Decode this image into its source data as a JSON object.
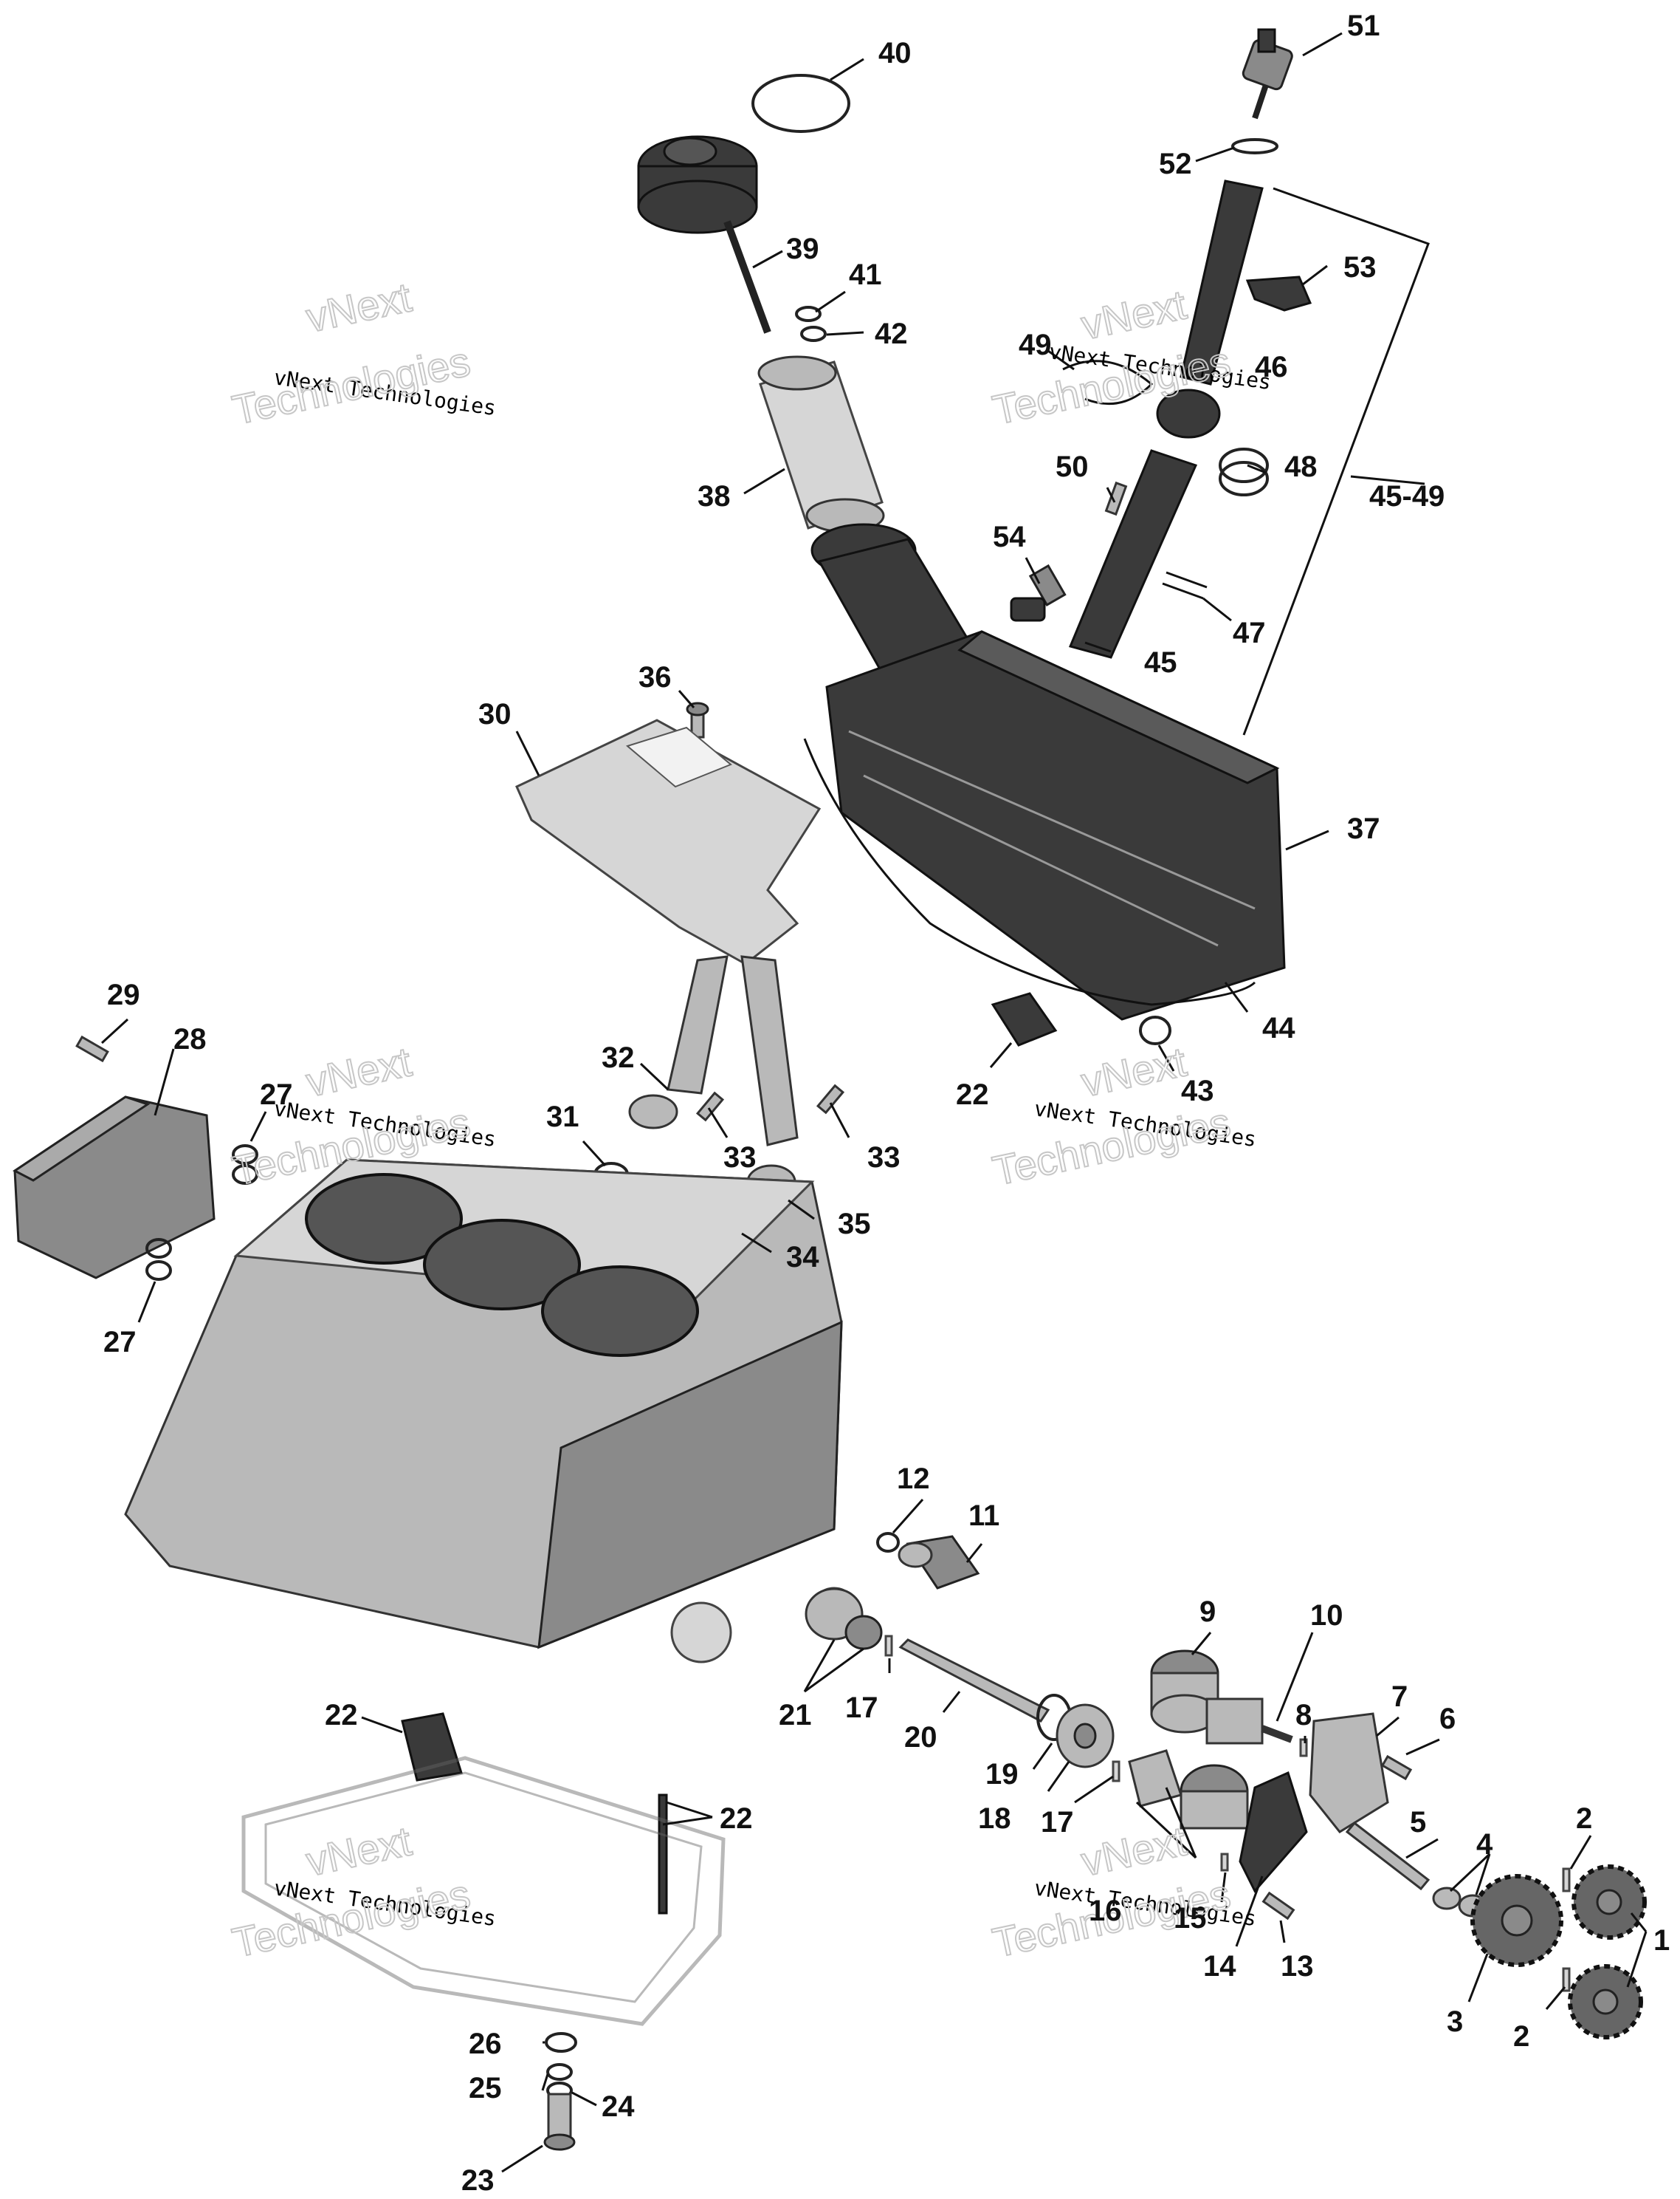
{
  "diagram": {
    "watermark": {
      "line_small": "vNext Technologies",
      "line_big_1": "vNext",
      "line_big_2": "Technologies"
    },
    "callouts": {
      "c1": "1",
      "c2a": "2",
      "c2b": "2",
      "c3": "3",
      "c4": "4",
      "c5": "5",
      "c6": "6",
      "c7": "7",
      "c8": "8",
      "c9": "9",
      "c10": "10",
      "c11": "11",
      "c12": "12",
      "c13": "13",
      "c14": "14",
      "c15": "15",
      "c16": "16",
      "c17a": "17",
      "c17b": "17",
      "c18": "18",
      "c19": "19",
      "c20": "20",
      "c21": "21",
      "c22a": "22",
      "c22b": "22",
      "c22c": "22",
      "c23": "23",
      "c24": "24",
      "c25": "25",
      "c26": "26",
      "c27a": "27",
      "c27b": "27",
      "c28": "28",
      "c29": "29",
      "c30": "30",
      "c31": "31",
      "c32": "32",
      "c33a": "33",
      "c33b": "33",
      "c34": "34",
      "c35": "35",
      "c36": "36",
      "c37": "37",
      "c38": "38",
      "c39": "39",
      "c40": "40",
      "c41": "41",
      "c42": "42",
      "c43": "43",
      "c44": "44",
      "c45": "45",
      "c45_49": "45-49",
      "c46": "46",
      "c47": "47",
      "c48": "48",
      "c49": "49",
      "c50": "50",
      "c51": "51",
      "c52": "52",
      "c53": "53",
      "c54": "54"
    }
  }
}
